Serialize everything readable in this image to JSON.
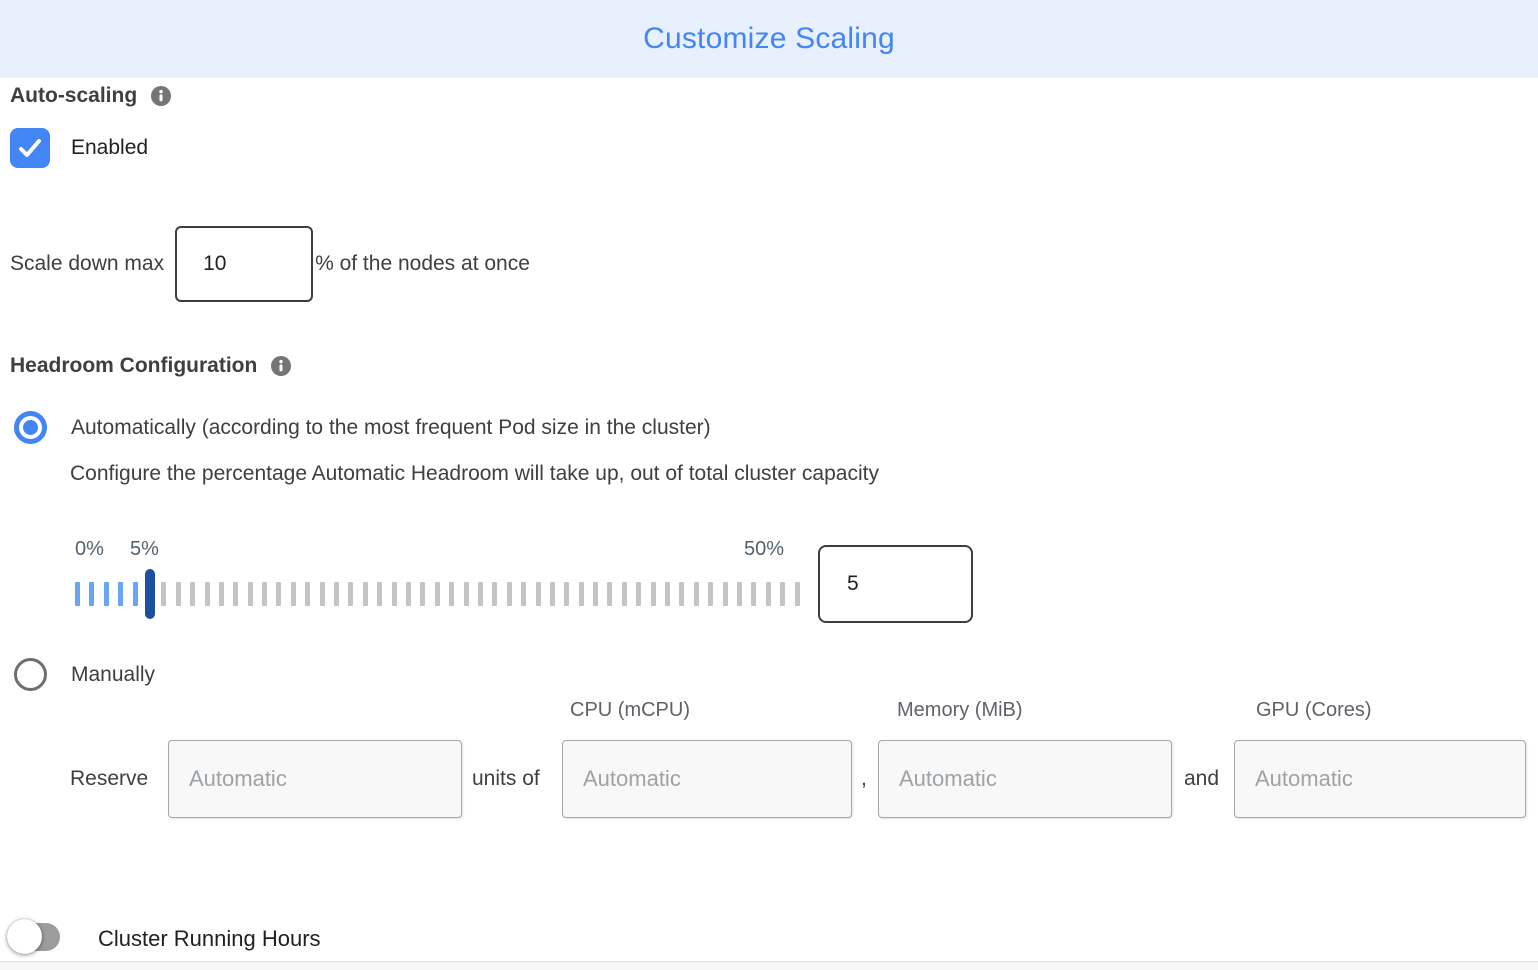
{
  "header": {
    "title": "Customize Scaling"
  },
  "colors": {
    "header_bg": "#e8f0fe",
    "accent_blue": "#4285f4",
    "slider_handle": "#1c4fa1",
    "slider_tick_active": "#69a5f5",
    "slider_tick_inactive": "#c4c4c4",
    "disabled_input_bg": "#f8f8f8"
  },
  "auto_scaling": {
    "label": "Auto-scaling",
    "enabled_label": "Enabled",
    "checked": true
  },
  "scale_down": {
    "prefix": "Scale down max",
    "value": "10",
    "suffix": "% of the nodes at once"
  },
  "headroom": {
    "label": "Headroom Configuration",
    "selected_option": "auto",
    "auto_option": "Automatically (according to the most frequent Pod size in the cluster)",
    "auto_description": "Configure the percentage Automatic Headroom will take up, out of total cluster capacity",
    "slider": {
      "min_label": "0%",
      "current_label": "5%",
      "max_label": "50%",
      "tick_count": 51,
      "active_ticks": 6,
      "handle_index": 5,
      "value": "5"
    },
    "manual_option": "Manually",
    "manual": {
      "reserve_label": "Reserve",
      "units_of_label": "units of",
      "comma_label": ",",
      "and_label": "and",
      "placeholder": "Automatic",
      "columns": [
        "CPU (mCPU)",
        "Memory (MiB)",
        "GPU (Cores)"
      ]
    }
  },
  "cluster_running_hours": {
    "label": "Cluster Running Hours",
    "enabled": false
  }
}
